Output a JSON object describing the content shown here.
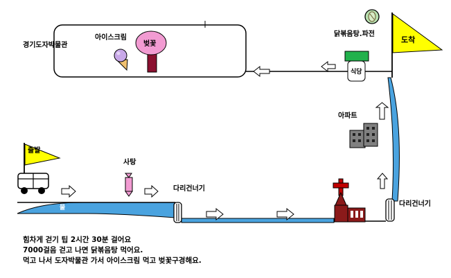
{
  "labels": {
    "museum": "경기도자박물관",
    "icecream": "아이스크림",
    "cherry_blossom": "벚꽃",
    "restaurant_name": "닭볶음탕.파전",
    "restaurant_sign": "식당",
    "arrival": "도착",
    "apartment": "아파트",
    "departure": "출발",
    "candy": "사탕",
    "bridge_left": "다리건너기",
    "bridge_right": "다리건너기",
    "water": "물"
  },
  "paragraph": [
    "힘차게 걷기 팁 2시간 30분 걸어요",
    "7000걸음 걷고 나면 닭볶음탕 먹어요.",
    "먹고 나서 도자박물관 가서 아이스크림 먹고 벚꽃구경해요."
  ],
  "colors": {
    "flag_yellow": "#ffff00",
    "river_blue": "#4aa3df",
    "church_red": "#8b1a1a",
    "cherry_pink": "#f29bd2",
    "trunk_maroon": "#8b1030",
    "restaurant_green": "#22b14c",
    "icecream_lavender": "#c8a8e8",
    "cone_tan": "#f0c070"
  }
}
